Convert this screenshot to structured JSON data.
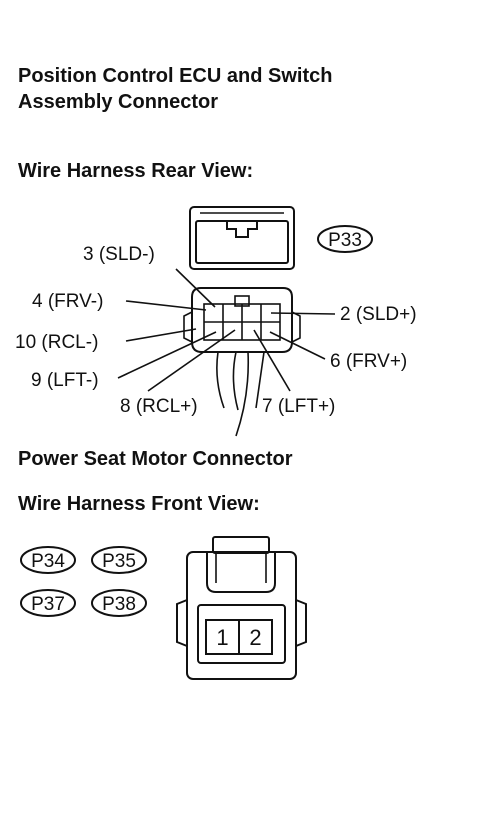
{
  "section1": {
    "title_line1": "Position Control ECU and Switch",
    "title_line2": "Assembly Connector",
    "view_label": "Wire Harness Rear View:",
    "connector_id": "P33",
    "pins": {
      "p3": "3 (SLD-)",
      "p4": "4 (FRV-)",
      "p10": "10 (RCL-)",
      "p9": "9 (LFT-)",
      "p8": "8 (RCL+)",
      "p7": "7 (LFT+)",
      "p2": "2 (SLD+)",
      "p6": "6 (FRV+)"
    }
  },
  "section2": {
    "title": "Power Seat Motor Connector",
    "view_label": "Wire Harness Front View:",
    "connector_ids": [
      "P34",
      "P35",
      "P37",
      "P38"
    ],
    "pin1": "1",
    "pin2": "2"
  }
}
